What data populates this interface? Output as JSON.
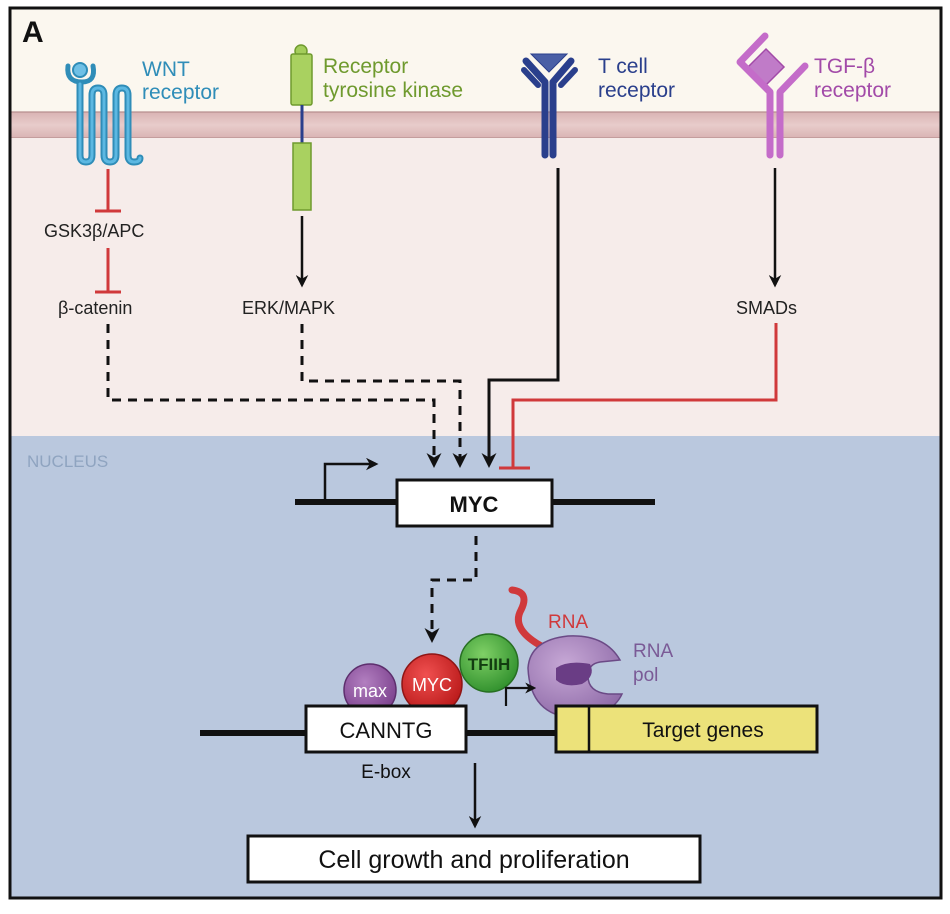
{
  "figure": {
    "panel_label": "A",
    "compartments": {
      "nucleus_label": "NUCLEUS"
    },
    "colors": {
      "extracellular": "#fbf7ef",
      "membrane": "#e3c3c3",
      "cytoplasm": "#f6ecea",
      "nucleus": "#bac8de",
      "nucleus_label": "#8fa4c0",
      "wnt": "#2f8db8",
      "rtk": "#6f9a2e",
      "tcr": "#2a3f8c",
      "tgfb": "#a24aa8",
      "inhibit": "#d0393b",
      "myc_protein": "#d62a2a",
      "max_protein": "#8a4f9a",
      "tfiih": "#3fa33a",
      "rnapol": "#9b77b0",
      "target_genes": "#ece27a"
    },
    "receptors": [
      {
        "id": "wnt",
        "label_line1": "WNT",
        "label_line2": "receptor"
      },
      {
        "id": "rtk",
        "label_line1": "Receptor",
        "label_line2": "tyrosine kinase"
      },
      {
        "id": "tcr",
        "label_line1": "T cell",
        "label_line2": "receptor"
      },
      {
        "id": "tgfb",
        "label_line1": "TGF-β",
        "label_line2": "receptor"
      }
    ],
    "mediators": {
      "gsk3b_apc": "GSK3β/APC",
      "beta_catenin": "β-catenin",
      "erk_mapk": "ERK/MAPK",
      "smads": "SMADs"
    },
    "gene": {
      "myc_label": "MYC"
    },
    "complex": {
      "max": "max",
      "myc": "MYC",
      "tfiih": "TFIIH",
      "rna": "RNA",
      "rna_pol_line1": "RNA",
      "rna_pol_line2": "pol"
    },
    "promoter": {
      "ebox_sequence": "CANNTG",
      "ebox_label": "E-box",
      "target_genes": "Target genes"
    },
    "outcome": "Cell growth and proliferation",
    "edges": [
      {
        "from": "WNT receptor",
        "to": "GSK3β/APC",
        "type": "inhibition"
      },
      {
        "from": "GSK3β/APC",
        "to": "β-catenin",
        "type": "inhibition"
      },
      {
        "from": "β-catenin",
        "to": "MYC",
        "type": "indirect-activation"
      },
      {
        "from": "Receptor tyrosine kinase",
        "to": "ERK/MAPK",
        "type": "activation"
      },
      {
        "from": "ERK/MAPK",
        "to": "MYC",
        "type": "indirect-activation"
      },
      {
        "from": "T cell receptor",
        "to": "MYC",
        "type": "activation"
      },
      {
        "from": "TGF-β receptor",
        "to": "SMADs",
        "type": "activation"
      },
      {
        "from": "SMADs",
        "to": "MYC",
        "type": "inhibition"
      },
      {
        "from": "MYC gene",
        "to": "MYC protein",
        "type": "indirect-activation"
      },
      {
        "from": "E-box",
        "to": "Cell growth and proliferation",
        "type": "activation"
      }
    ]
  }
}
